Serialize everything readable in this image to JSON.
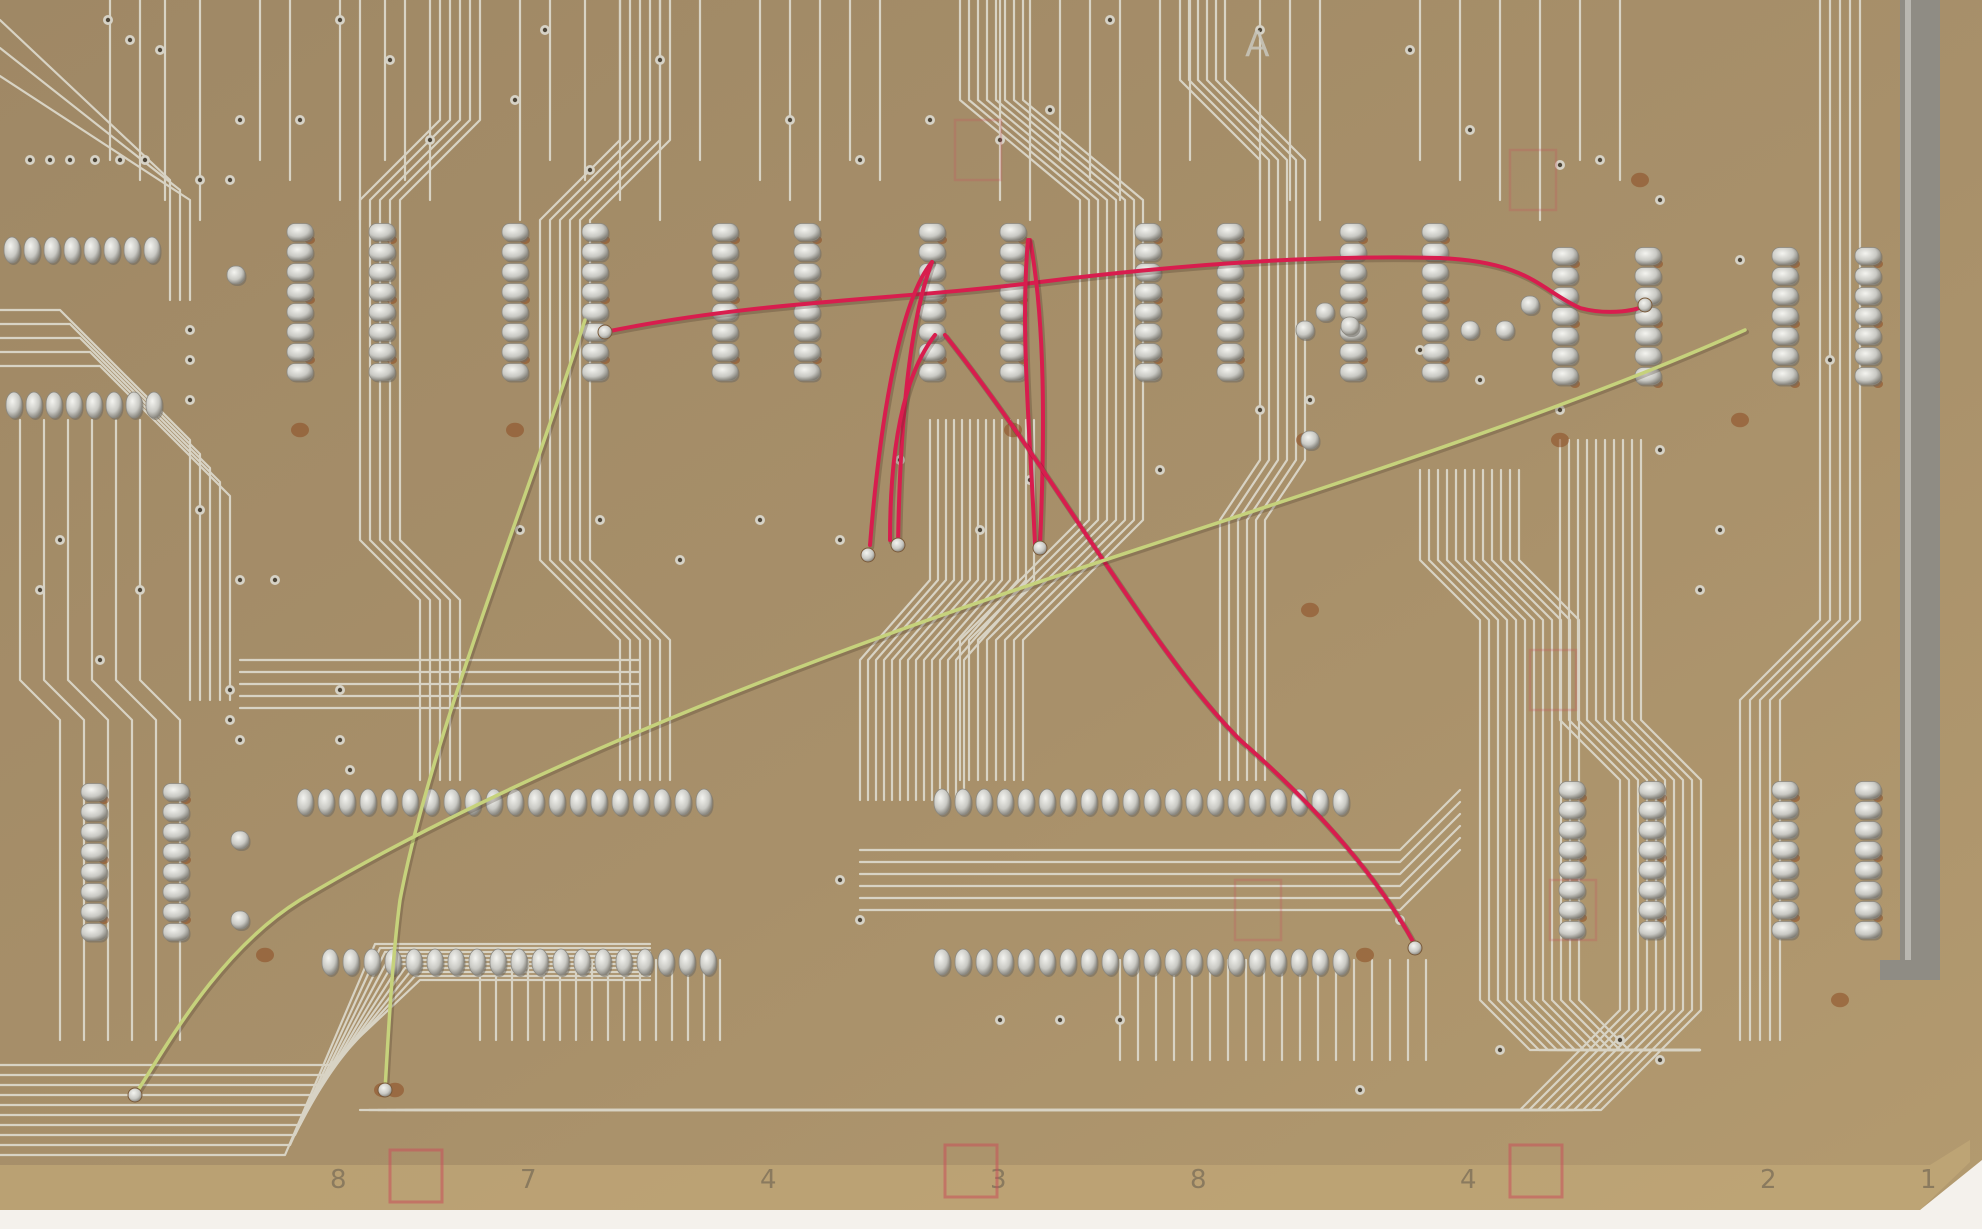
{
  "image": {
    "subject": "pcb-solder-side",
    "colors": {
      "background": "#f4f1ec",
      "board": "#a58e6a",
      "board_edge": "#c8ae7a",
      "trace": "#d8d3c4",
      "pad": "#d9d9d4",
      "pad_shadow": "#6e6a62",
      "flux": "#8c4a20",
      "red_wire": "#d81d4e",
      "yellow_wire": "#c6d27c",
      "edge_strip": "#9c9a93",
      "silk_red": "#c9505a"
    },
    "silkscreen_label": "A",
    "edge_labels": [
      "1",
      "2",
      "4",
      "8",
      "3",
      "4",
      "7",
      "8"
    ]
  }
}
